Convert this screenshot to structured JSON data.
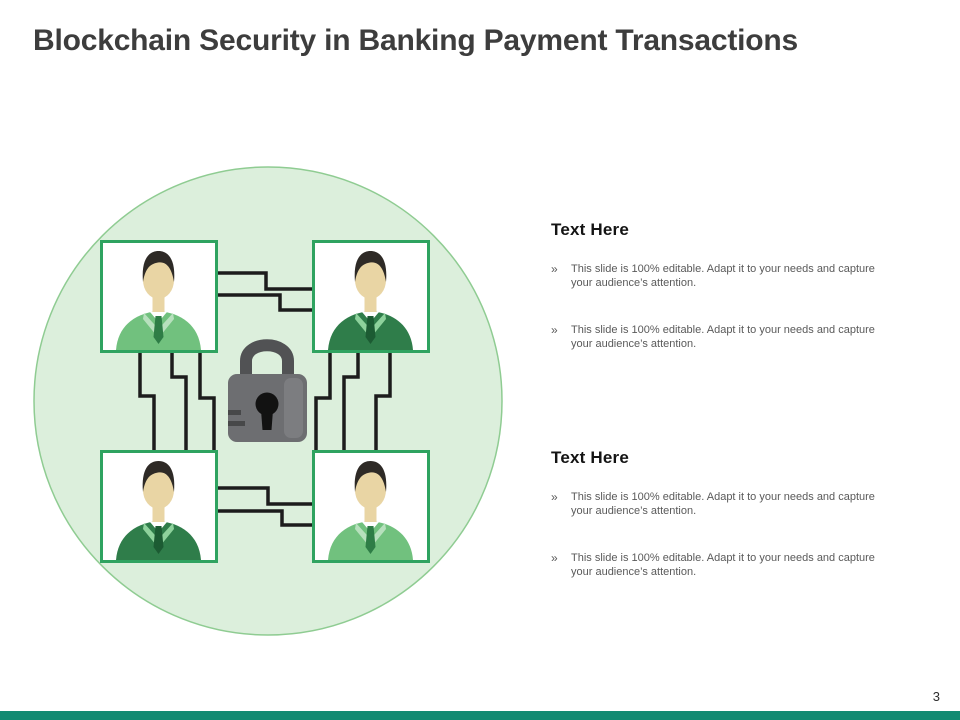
{
  "slide": {
    "title": "Blockchain Security in Banking Payment Transactions",
    "page_number": "3"
  },
  "sections": [
    {
      "heading": "Text Here",
      "bullets": [
        {
          "marker": "»",
          "text": "This slide is 100% editable. Adapt it to your needs and capture your audience’s attention."
        },
        {
          "marker": "»",
          "text": "This slide is 100% editable. Adapt it to your needs and capture your audience’s attention."
        }
      ]
    },
    {
      "heading": "Text Here",
      "bullets": [
        {
          "marker": "»",
          "text": "This slide is 100% editable. Adapt it to your needs and capture your audience’s attention."
        },
        {
          "marker": "»",
          "text": "This slide is 100% editable. Adapt it to your needs and capture your audience’s attention."
        }
      ]
    }
  ],
  "diagram": {
    "center_icon": "padlock-icon",
    "nodes": [
      "person-avatar-top-left",
      "person-avatar-top-right",
      "person-avatar-bottom-left",
      "person-avatar-bottom-right"
    ],
    "colors": {
      "circle_fill": "#dcefdc",
      "circle_border": "#8fcc92",
      "node_border": "#2fa360",
      "connector": "#1c1c1c",
      "lock_body": "#6d6e71",
      "lock_shackle": "#515254",
      "suit_light": "#71c17e",
      "suit_dark": "#2f7d4a",
      "skin": "#e9d5a4",
      "hair": "#2e2a26"
    }
  },
  "footer": {
    "bar_color": "#128a72"
  }
}
